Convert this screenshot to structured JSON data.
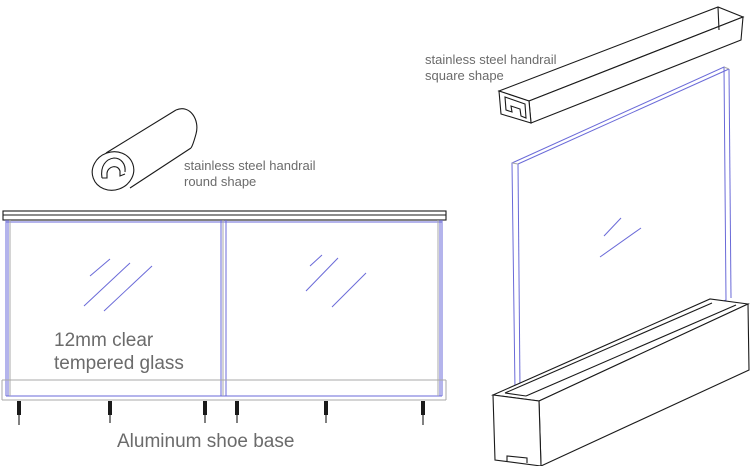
{
  "labels": {
    "round_handrail_line1": "stainless steel handrail",
    "round_handrail_line2": "round shape",
    "square_handrail_line1": "stainless steel handrail",
    "square_handrail_line2": "square shape",
    "glass_line1": "12mm clear",
    "glass_line2": "tempered glass",
    "shoe_base": "Aluminum shoe base"
  },
  "colors": {
    "line": "#1a1a1a",
    "glass_edge": "#6a6ad8",
    "label_text": "#6b6b6b"
  }
}
